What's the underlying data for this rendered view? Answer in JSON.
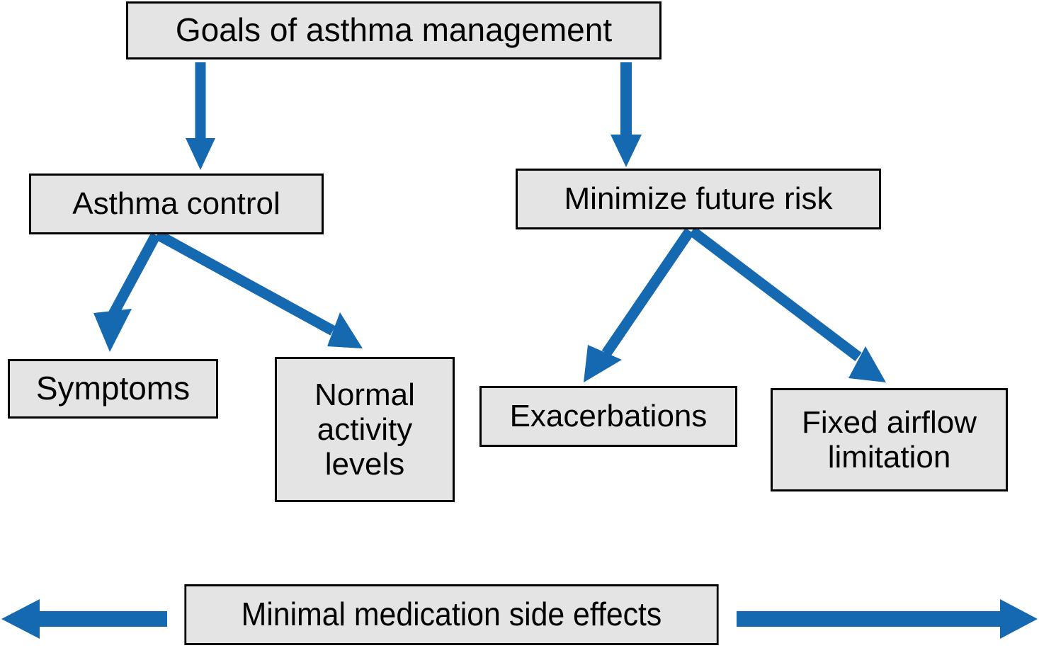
{
  "diagram": {
    "title": "Goals of asthma management",
    "type": "flowchart",
    "colors": {
      "node_fill": "#e4e4e4",
      "node_border": "#000000",
      "arrow": "#1569b0",
      "background": "#ffffff",
      "text": "#000000"
    },
    "nodes": {
      "root": {
        "label": "Goals of asthma management"
      },
      "asthma_control": {
        "label": "Asthma control"
      },
      "minimize_risk": {
        "label": "Minimize future risk"
      },
      "symptoms": {
        "label": "Symptoms"
      },
      "normal_activity": {
        "label": "Normal\nactivity\nlevels"
      },
      "exacerbations": {
        "label": "Exacerbations"
      },
      "fixed_airflow": {
        "label": "Fixed airflow\nlimitation"
      },
      "side_effects": {
        "label": "Minimal medication side effects"
      }
    },
    "edges": [
      {
        "from": "root",
        "to": "asthma_control",
        "style": "straight-down-arrow"
      },
      {
        "from": "root",
        "to": "minimize_risk",
        "style": "straight-down-arrow"
      },
      {
        "from": "asthma_control",
        "to": "symptoms",
        "style": "diagonal-arrow"
      },
      {
        "from": "asthma_control",
        "to": "normal_activity",
        "style": "diagonal-arrow"
      },
      {
        "from": "minimize_risk",
        "to": "exacerbations",
        "style": "diagonal-arrow"
      },
      {
        "from": "minimize_risk",
        "to": "fixed_airflow",
        "style": "diagonal-arrow"
      },
      {
        "from": "side_effects",
        "to": "both-directions",
        "style": "double-headed-horizontal-arrow"
      }
    ]
  }
}
